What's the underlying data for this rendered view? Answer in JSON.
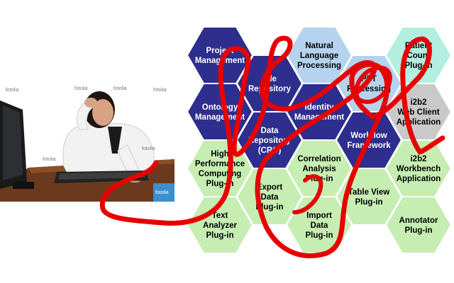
{
  "colors": {
    "dark": "#2e2e8e",
    "light_blue": "#b5d3ee",
    "teal": "#b2efe0",
    "gray": "#c9c9c9",
    "green": "#c6edb2",
    "scribble": "#e60000"
  },
  "photo": {
    "watermarks": [
      "fotolia",
      "fotolia",
      "fotolia",
      "fotolia",
      "fotolia",
      "fotolia"
    ],
    "corner_badge": "fotolia"
  },
  "hexagons": [
    {
      "id": "project-management",
      "lines": [
        "Project",
        "Management"
      ],
      "style": "dark"
    },
    {
      "id": "ontology-management",
      "lines": [
        "Ontology",
        "Management"
      ],
      "style": "dark"
    },
    {
      "id": "high-performance-computing",
      "lines": [
        "High",
        "Performance",
        "Computing",
        "Plug-in"
      ],
      "style": "green"
    },
    {
      "id": "text-analyzer",
      "lines": [
        "Text",
        "Analyzer",
        "Plug-in"
      ],
      "style": "green"
    },
    {
      "id": "file-repository",
      "lines": [
        "File",
        "Repository"
      ],
      "style": "dark"
    },
    {
      "id": "data-repository",
      "lines": [
        "Data",
        "Repository",
        "(CRC)"
      ],
      "style": "dark"
    },
    {
      "id": "export-data",
      "lines": [
        "Export",
        "Data",
        "Plug-in"
      ],
      "style": "green"
    },
    {
      "id": "natural-language-processing",
      "lines": [
        "Natural",
        "Language",
        "Processing"
      ],
      "style": "light_blue"
    },
    {
      "id": "identity-management",
      "lines": [
        "Identity",
        "Management"
      ],
      "style": "dark"
    },
    {
      "id": "correlation-analysis",
      "lines": [
        "Correlation",
        "Analysis",
        "Plug-in"
      ],
      "style": "green"
    },
    {
      "id": "import-data",
      "lines": [
        "Import",
        "Data",
        "Plug-in"
      ],
      "style": "green"
    },
    {
      "id": "pft-processing",
      "lines": [
        "PFT",
        "Processing"
      ],
      "style": "light_blue"
    },
    {
      "id": "workflow-framework",
      "lines": [
        "Workflow",
        "Framework"
      ],
      "style": "dark"
    },
    {
      "id": "table-view",
      "lines": [
        "Table View",
        "Plug-in"
      ],
      "style": "green"
    },
    {
      "id": "patient-count",
      "lines": [
        "Patient",
        "Count",
        "Plug-in"
      ],
      "style": "teal"
    },
    {
      "id": "web-client",
      "lines": [
        "i2b2",
        "Web Client",
        "Application"
      ],
      "style": "gray"
    },
    {
      "id": "workbench",
      "lines": [
        "i2b2",
        "Workbench",
        "Application"
      ],
      "style": "green"
    },
    {
      "id": "annotator",
      "lines": [
        "Annotator",
        "Plug-in"
      ],
      "style": "green"
    }
  ]
}
